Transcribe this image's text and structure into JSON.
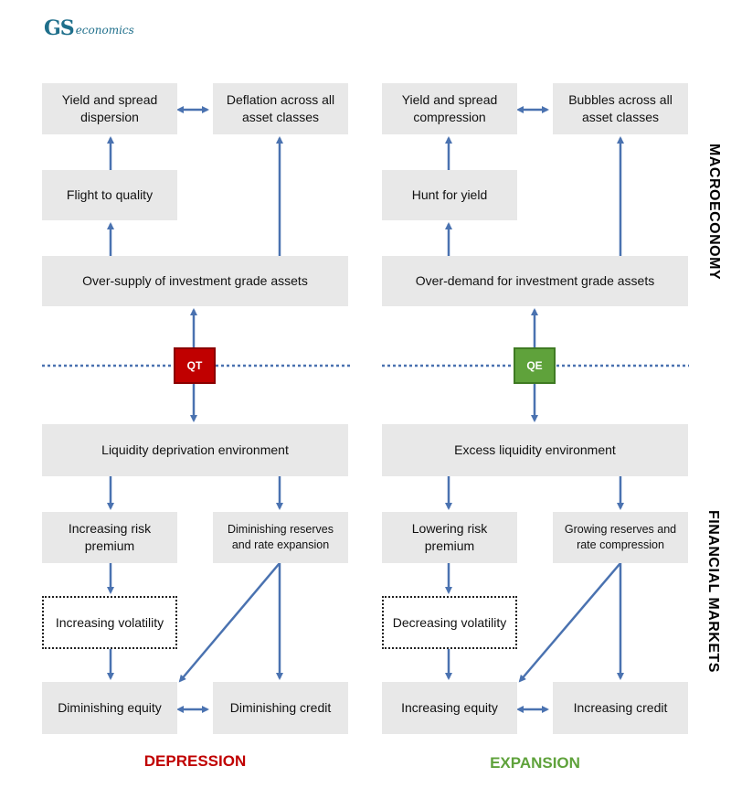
{
  "logo": {
    "mark": "GS",
    "text": "economics"
  },
  "labels": {
    "macro": "MACROECONOMY",
    "financial": "FINANCIAL MARKETS"
  },
  "left": {
    "yield": "Yield and spread dispersion",
    "asset": "Deflation across all asset classes",
    "flight": "Flight to quality",
    "supply": "Over-supply of investment grade assets",
    "badge": "QT",
    "liquidity": "Liquidity deprivation environment",
    "risk": "Increasing risk premium",
    "reserves": "Diminishing reserves and rate expansion",
    "volatility": "Increasing volatility",
    "equity": "Diminishing equity",
    "credit": "Diminishing credit",
    "footer": "DEPRESSION"
  },
  "right": {
    "yield": "Yield and spread compression",
    "asset": "Bubbles across all asset classes",
    "flight": "Hunt for yield",
    "supply": "Over-demand for investment grade assets",
    "badge": "QE",
    "liquidity": "Excess liquidity environment",
    "risk": "Lowering risk premium",
    "reserves": "Growing reserves and rate compression",
    "volatility": "Decreasing volatility",
    "equity": "Increasing equity",
    "credit": "Increasing credit",
    "footer": "EXPANSION"
  },
  "colors": {
    "arrow": "#4a72b0",
    "qt": "#c00000",
    "qe": "#5fa23b",
    "box": "#e8e8e8"
  }
}
